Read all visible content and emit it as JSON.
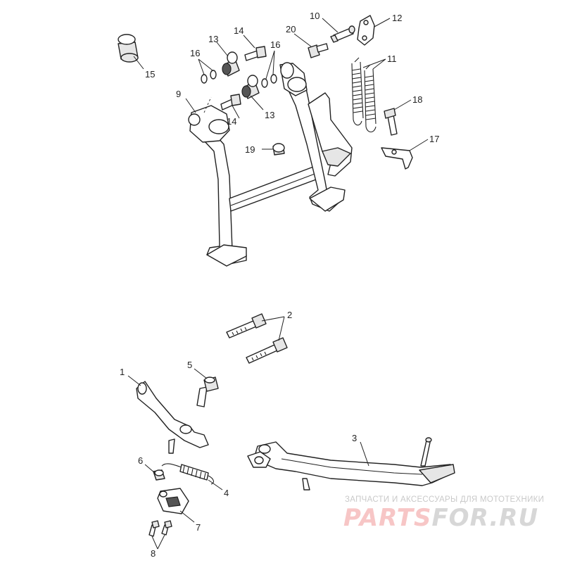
{
  "callouts": {
    "c1": "1",
    "c2": "2",
    "c3": "3",
    "c4": "4",
    "c5": "5",
    "c6": "6",
    "c7": "7",
    "c8": "8",
    "c9": "9",
    "c10": "10",
    "c11": "11",
    "c12": "12",
    "c13a": "13",
    "c13b": "13",
    "c14a": "14",
    "c14b": "14",
    "c15": "15",
    "c16a": "16",
    "c16b": "16",
    "c17": "17",
    "c18": "18",
    "c19": "19",
    "c20": "20"
  },
  "watermark": {
    "tagline": "ЗАПЧАСТИ И АКСЕССУАРЫ ДЛЯ МОТОТЕХНИКИ",
    "logo_part1": "PARTS",
    "logo_part2": "FOR.RU"
  },
  "colors": {
    "line": "#222222",
    "watermark_red": "#f7c6c6",
    "watermark_grey": "#d7d7d7"
  }
}
